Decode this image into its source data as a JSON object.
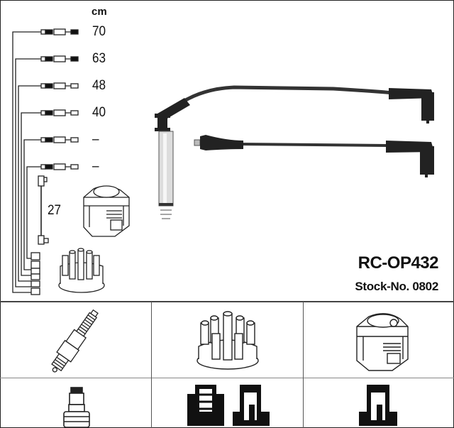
{
  "product": {
    "part_number": "RC-OP432",
    "stock_label": "Stock-No. 0802"
  },
  "lengths": {
    "unit": "cm",
    "leads": [
      "70",
      "63",
      "48",
      "40",
      "–",
      "–"
    ],
    "coil_lead": "27"
  },
  "icons": {
    "top_panel": [
      "wire-harness",
      "ignition-coil",
      "distributor-cap",
      "spark-plug-lead-straight",
      "spark-plug-lead-angled"
    ],
    "grid_row_1": [
      "spark-plug",
      "distributor-cap",
      "ignition-coil"
    ],
    "grid_row_2": [
      "spark-plug-terminal",
      "distributor-terminal-female",
      "coil-terminal-female"
    ]
  },
  "colors": {
    "line": "#222222",
    "cable": "#333333",
    "background": "#ffffff"
  }
}
